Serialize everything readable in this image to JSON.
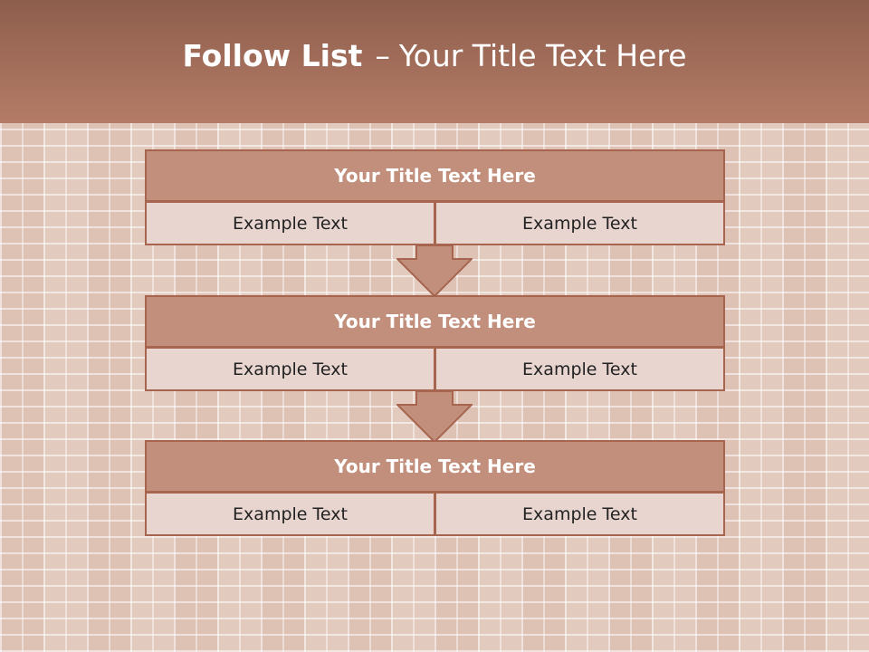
{
  "header": {
    "title_bold": "Follow List",
    "separator": "–",
    "title_rest": "Your Title Text Here"
  },
  "colors": {
    "header_top": "#8e5e4c",
    "header_bottom": "#b47c67",
    "block_title_bg": "#c18f7b",
    "block_border": "#a7654f",
    "cell_bg": "#e8d5d0",
    "arrow_fill": "#c18f7b"
  },
  "blocks": [
    {
      "title": "Your Title Text Here",
      "left_text": "Example Text",
      "right_text": "Example Text"
    },
    {
      "title": "Your Title Text Here",
      "left_text": "Example Text",
      "right_text": "Example Text"
    },
    {
      "title": "Your Title Text Here",
      "left_text": "Example Text",
      "right_text": "Example Text"
    }
  ]
}
